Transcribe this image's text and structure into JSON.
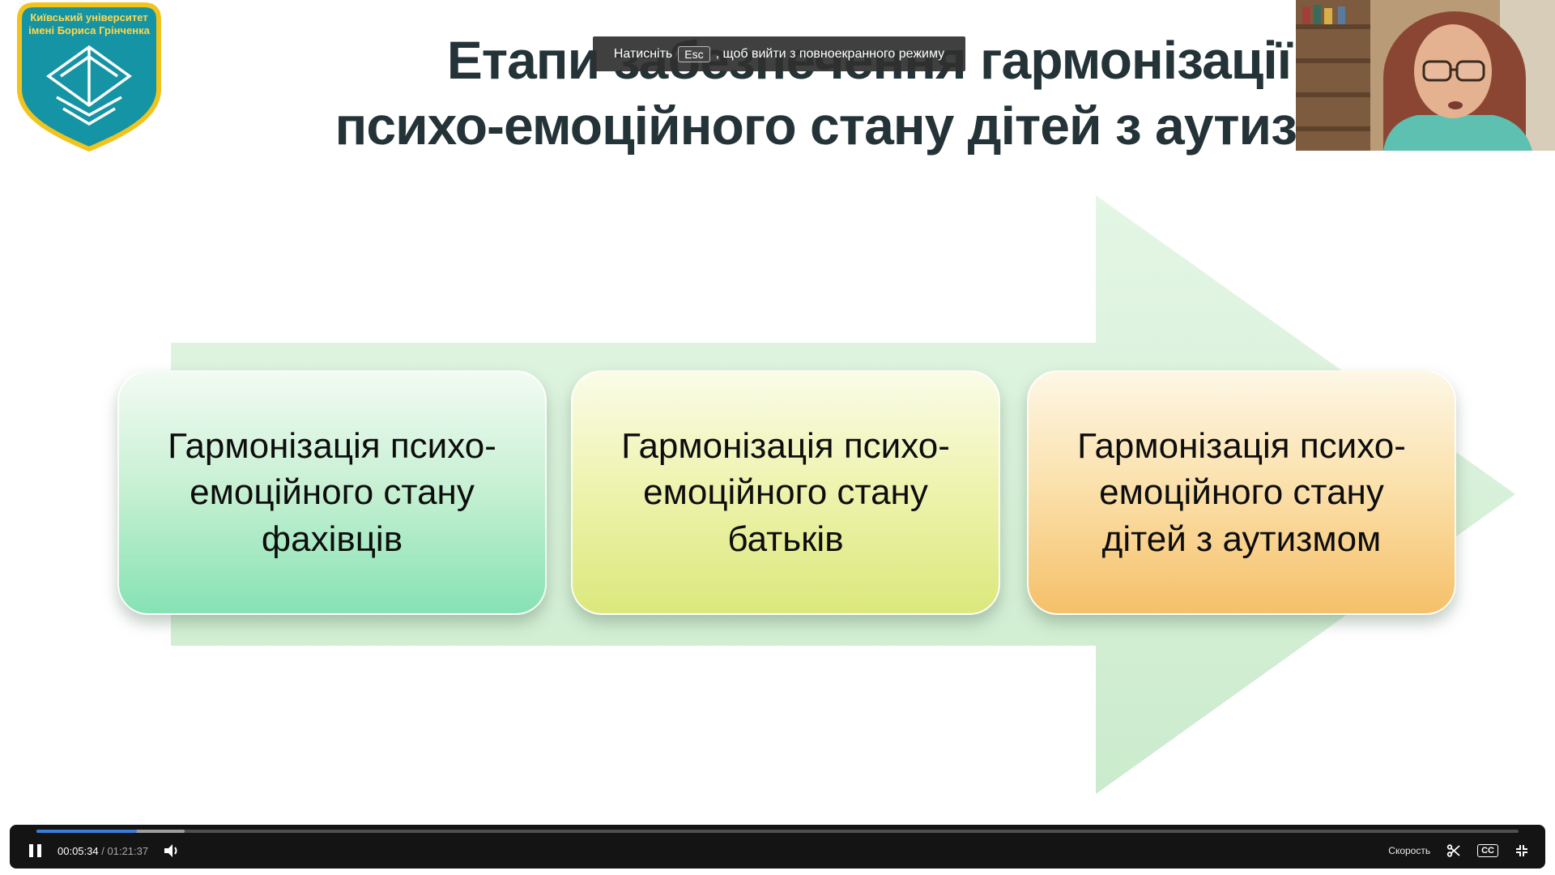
{
  "logo": {
    "line1": "Київський університет",
    "line2": "імені Бориса Грінченка"
  },
  "toast": {
    "prefix": "Натисніть",
    "key": "Esc",
    "suffix": ", щоб вийти з повноекранного режиму"
  },
  "slide": {
    "title_line1": "Етапи забезпечення гармонізації",
    "title_line2": "психо-емоційного стану дітей з аутизмом",
    "boxes": [
      {
        "text": "Гармонізація психо-емоційного стану фахівців"
      },
      {
        "text": "Гармонізація психо-емоційного стану батьків"
      },
      {
        "text": "Гармонізація психо-емоційного стану дітей з аутизмом"
      }
    ]
  },
  "player": {
    "current_time": "00:05:34",
    "separator": " / ",
    "duration": "01:21:37",
    "progress_percent": 6.8,
    "speed_label": "Скорость",
    "cc_label": "CC"
  },
  "colors": {
    "brand_teal": "#1494a4",
    "brand_gold": "#f2c31c",
    "accent_blue": "#3b7cd6",
    "arrow_green": "#d5efd6",
    "box_green_bottom": "#86e2b4",
    "box_yellow_bottom": "#dbe87c",
    "box_orange_bottom": "#f5c069",
    "title_text": "#243337"
  }
}
